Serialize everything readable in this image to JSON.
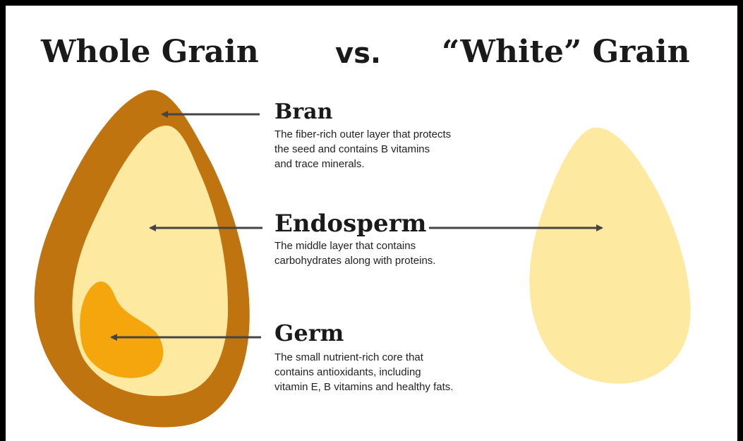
{
  "header": {
    "left_title": "Whole Grain",
    "vs": "vs.",
    "right_title": "“White” Grain"
  },
  "parts": {
    "bran": {
      "name": "Bran",
      "desc_lines": [
        "The fiber-rich outer layer that protects",
        "the seed and contains B vitamins",
        "and trace minerals."
      ]
    },
    "endosperm": {
      "name": "Endosperm",
      "desc_lines": [
        "The middle layer that contains",
        "carbohydrates along with proteins."
      ]
    },
    "germ": {
      "name": "Germ",
      "desc_lines": [
        "The small nutrient-rich core that",
        "contains antioxidants, including",
        "vitamin E, B vitamins and healthy fats."
      ]
    }
  },
  "colors": {
    "bran": "#c07410",
    "endosperm": "#fde9a0",
    "germ": "#f5a60c",
    "arrow": "#444444"
  }
}
